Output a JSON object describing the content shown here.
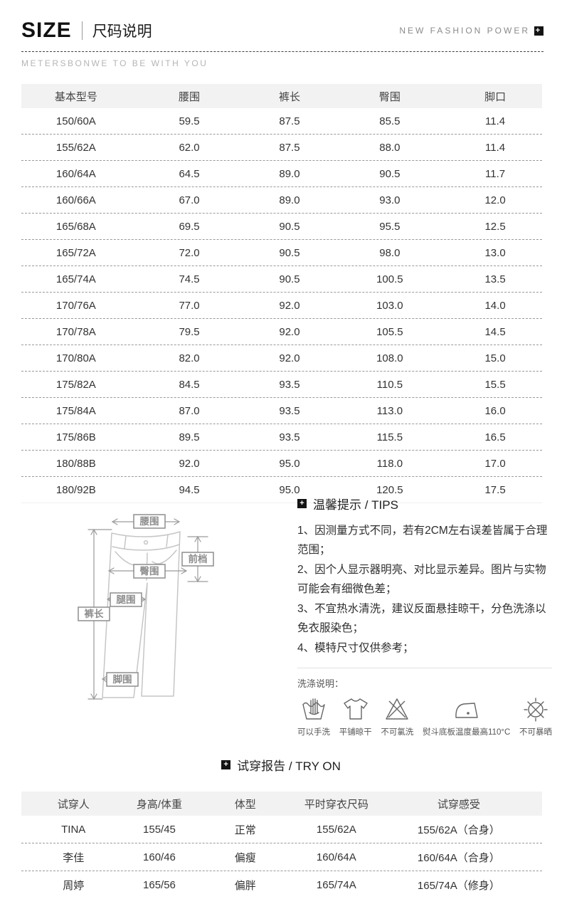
{
  "header": {
    "title": "SIZE",
    "subtitle": "尺码说明",
    "slogan": "NEW FASHION POWER",
    "brand_line": "METERSBONWE TO BE WITH YOU",
    "plus_glyph": "+"
  },
  "size_table": {
    "columns": [
      "基本型号",
      "腰围",
      "裤长",
      "臀围",
      "脚口"
    ],
    "rows": [
      [
        "150/60A",
        "59.5",
        "87.5",
        "85.5",
        "11.4"
      ],
      [
        "155/62A",
        "62.0",
        "87.5",
        "88.0",
        "11.4"
      ],
      [
        "160/64A",
        "64.5",
        "89.0",
        "90.5",
        "11.7"
      ],
      [
        "160/66A",
        "67.0",
        "89.0",
        "93.0",
        "12.0"
      ],
      [
        "165/68A",
        "69.5",
        "90.5",
        "95.5",
        "12.5"
      ],
      [
        "165/72A",
        "72.0",
        "90.5",
        "98.0",
        "13.0"
      ],
      [
        "165/74A",
        "74.5",
        "90.5",
        "100.5",
        "13.5"
      ],
      [
        "170/76A",
        "77.0",
        "92.0",
        "103.0",
        "14.0"
      ],
      [
        "170/78A",
        "79.5",
        "92.0",
        "105.5",
        "14.5"
      ],
      [
        "170/80A",
        "82.0",
        "92.0",
        "108.0",
        "15.0"
      ],
      [
        "175/82A",
        "84.5",
        "93.5",
        "110.5",
        "15.5"
      ],
      [
        "175/84A",
        "87.0",
        "93.5",
        "113.0",
        "16.0"
      ],
      [
        "175/86B",
        "89.5",
        "93.5",
        "115.5",
        "16.5"
      ],
      [
        "180/88B",
        "92.0",
        "95.0",
        "118.0",
        "17.0"
      ],
      [
        "180/92B",
        "94.5",
        "95.0",
        "120.5",
        "17.5"
      ]
    ]
  },
  "diagram": {
    "labels": {
      "waist": "腰围",
      "front_rise": "前档",
      "hip": "臀围",
      "thigh": "腿围",
      "length": "裤长",
      "hem": "脚围"
    }
  },
  "tips": {
    "title": "温馨提示 / TIPS",
    "items": [
      "1、因测量方式不同，若有2CM左右误差皆属于合理范围；",
      "2、因个人显示器明亮、对比显示差异。图片与实物可能会有细微色差；",
      "3、不宜热水清洗，建议反面悬挂晾干，分色洗涤以免衣服染色；",
      "4、模特尺寸仅供参考；"
    ]
  },
  "washing": {
    "title": "洗涤说明：",
    "items": [
      {
        "icon": "hand-wash-icon",
        "label": "可以手洗"
      },
      {
        "icon": "flat-dry-icon",
        "label": "平铺晾干"
      },
      {
        "icon": "no-bleach-icon",
        "label": "不可氯洗"
      },
      {
        "icon": "iron-max-110-icon",
        "label": "熨斗底板温度最高110°C"
      },
      {
        "icon": "no-sun-dry-icon",
        "label": "不可暴晒"
      }
    ]
  },
  "try_on": {
    "title": "试穿报告 / TRY ON",
    "columns": [
      "试穿人",
      "身高/体重",
      "体型",
      "平时穿衣尺码",
      "试穿感受"
    ],
    "rows": [
      [
        "TINA",
        "155/45",
        "正常",
        "155/62A",
        "155/62A（合身）"
      ],
      [
        "李佳",
        "160/46",
        "偏瘦",
        "160/64A",
        "160/64A（合身）"
      ],
      [
        "周婷",
        "165/56",
        "偏胖",
        "165/74A",
        "165/74A（修身）"
      ]
    ]
  },
  "colors": {
    "accent_black": "#141414",
    "text_dark": "#333333",
    "text_gray": "#8a8a8a",
    "table_header_bg": "#f2f2f2",
    "dashed_line": "#9a9a9a",
    "diagram_stroke": "#c6c6c6"
  }
}
